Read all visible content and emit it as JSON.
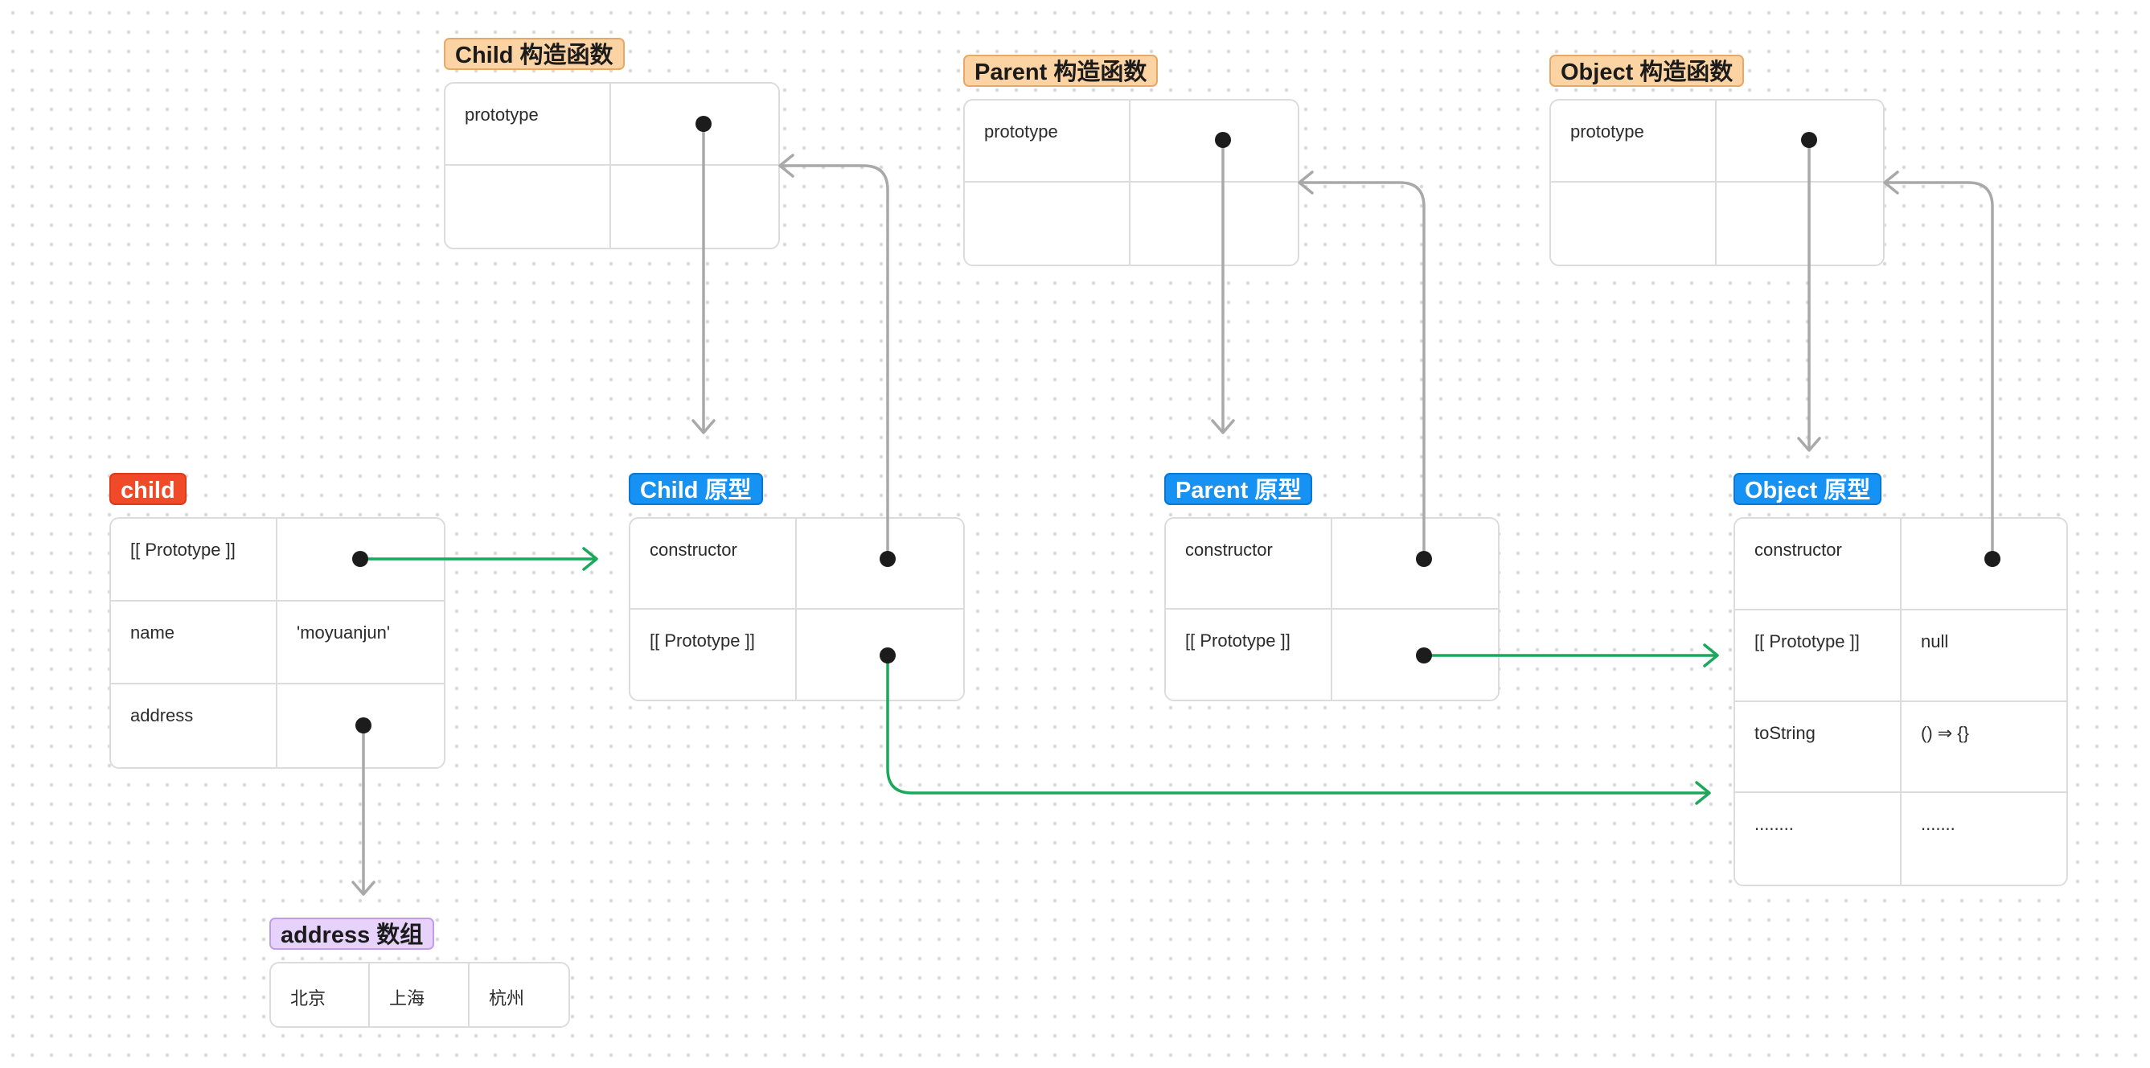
{
  "labels": {
    "child_ctor": "Child 构造函数",
    "parent_ctor": "Parent 构造函数",
    "object_ctor": "Object 构造函数",
    "child": "child",
    "child_proto": "Child  原型",
    "parent_proto": "Parent  原型",
    "object_proto": "Object   原型",
    "address_array": "address 数组"
  },
  "child_ctor_box": {
    "rows": [
      [
        "prototype",
        ""
      ],
      [
        "",
        ""
      ]
    ]
  },
  "parent_ctor_box": {
    "rows": [
      [
        "prototype",
        ""
      ],
      [
        "",
        ""
      ]
    ]
  },
  "object_ctor_box": {
    "rows": [
      [
        "prototype",
        ""
      ],
      [
        "",
        ""
      ]
    ]
  },
  "child_box": {
    "rows": [
      [
        "[[ Prototype ]]",
        ""
      ],
      [
        "name",
        "'moyuanjun'"
      ],
      [
        "address",
        ""
      ]
    ]
  },
  "child_proto_box": {
    "rows": [
      [
        "constructor",
        ""
      ],
      [
        "[[ Prototype ]]",
        ""
      ]
    ]
  },
  "parent_proto_box": {
    "rows": [
      [
        "constructor",
        ""
      ],
      [
        "[[ Prototype ]]",
        ""
      ]
    ]
  },
  "object_proto_box": {
    "rows": [
      [
        "constructor",
        ""
      ],
      [
        "[[ Prototype ]]",
        "null"
      ],
      [
        "toString",
        "() ⇒ {}"
      ],
      [
        "........",
        "......."
      ]
    ]
  },
  "address_box": {
    "items": [
      "北京",
      "上海",
      "杭州"
    ]
  },
  "colors": {
    "grey_arrow": "#a9a9a9",
    "green_arrow": "#1aa95a",
    "dot": "#1c1c1c"
  }
}
